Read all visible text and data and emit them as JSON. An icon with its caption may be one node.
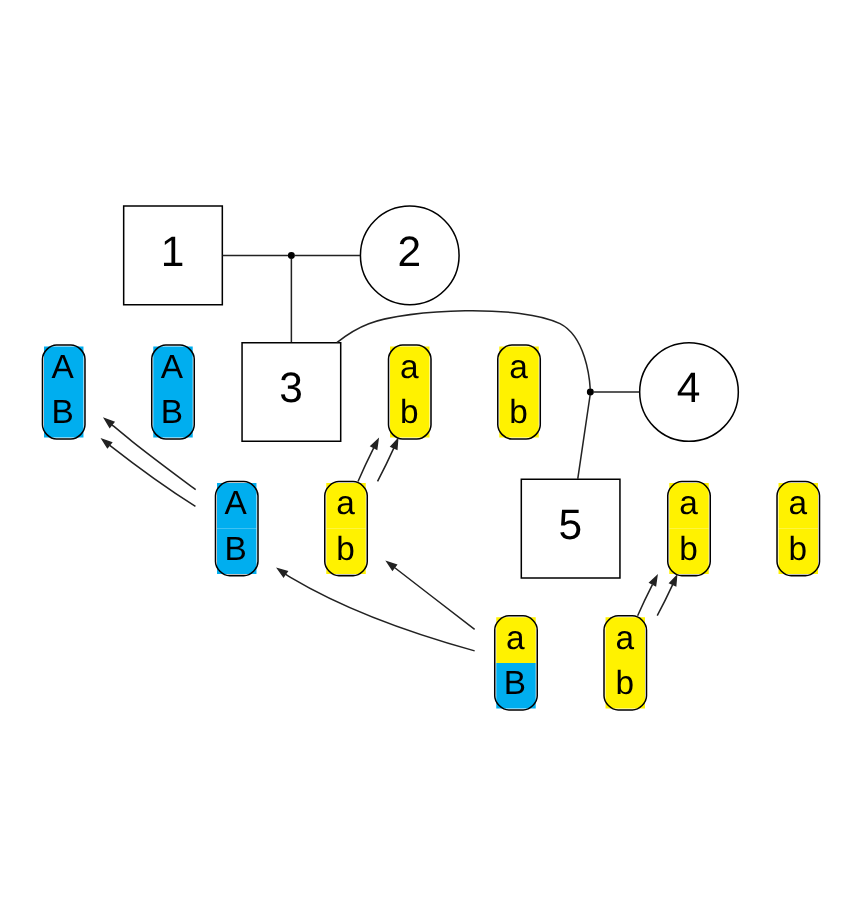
{
  "diagram": {
    "nodes": [
      {
        "text": [
          "1"
        ]
      },
      {
        "text": [
          "2"
        ]
      },
      {
        "text": [],
        "shape": "point"
      },
      {
        "text": [
          "3"
        ]
      },
      {
        "text": [
          "4"
        ]
      },
      {
        "text": [],
        "shape": "point"
      },
      {
        "text": [
          "5"
        ]
      },
      {
        "text": [
          "A",
          "B"
        ]
      },
      {
        "text": [
          "A",
          "B"
        ]
      },
      {
        "text": [
          "a",
          "b"
        ]
      },
      {
        "text": [
          "a",
          "b"
        ]
      },
      {
        "text": [
          "A",
          "B"
        ]
      },
      {
        "text": [
          "a",
          "b"
        ]
      },
      {
        "text": [
          "a",
          "b"
        ]
      },
      {
        "text": [
          "a",
          "b"
        ]
      },
      {
        "text": [
          "a",
          "B"
        ]
      },
      {
        "text": [
          "a",
          "b"
        ]
      }
    ],
    "edges": [
      {
        "from": 0,
        "to": 2,
        "arrow": "none"
      },
      {
        "from": 2,
        "to": 1,
        "arrow": "none"
      },
      {
        "from": 2,
        "to": 3,
        "arrow": "none"
      },
      {
        "from": 3,
        "to": 5,
        "arrow": "none"
      },
      {
        "from": 5,
        "to": 4,
        "arrow": "none"
      },
      {
        "from": 5,
        "to": 6,
        "arrow": "none"
      },
      {
        "from": 11,
        "to": 7,
        "arrow": "to"
      },
      {
        "from": 11,
        "to": 7,
        "arrow": "to"
      },
      {
        "from": 12,
        "to": 9,
        "arrow": "to"
      },
      {
        "from": 12,
        "to": 9,
        "arrow": "to"
      },
      {
        "from": 15,
        "to": 11,
        "arrow": "to"
      },
      {
        "from": 15,
        "to": 12,
        "arrow": "to"
      },
      {
        "from": 16,
        "to": 13,
        "arrow": "to"
      },
      {
        "from": 16,
        "to": 13,
        "arrow": "to"
      }
    ]
  }
}
